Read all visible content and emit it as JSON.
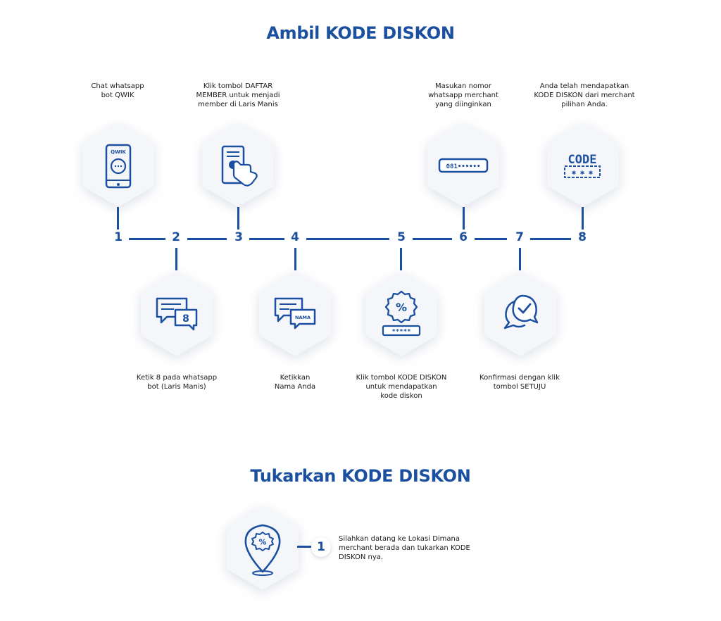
{
  "section1": {
    "title": "Ambil KODE DISKON",
    "steps": [
      {
        "num": "1",
        "desc": "Chat whatsapp\nbot QWIK",
        "icon": "phone-chat-icon",
        "icon_text": "QWIK"
      },
      {
        "num": "2",
        "desc": "Ketik 8 pada whatsapp\nbot (Laris Manis)",
        "icon": "chat-number-icon",
        "icon_text": "8"
      },
      {
        "num": "3",
        "desc": "Klik tombol DAFTAR\nMEMBER untuk menjadi\nmember di Laris Manis",
        "icon": "tap-screen-icon"
      },
      {
        "num": "4",
        "desc": "Ketikkan\nNama Anda",
        "icon": "chat-name-icon",
        "icon_text": "NAMA"
      },
      {
        "num": "5",
        "desc": "Klik tombol KODE DISKON\nuntuk mendapatkan\nkode diskon",
        "icon": "discount-badge-icon",
        "icon_text": "*****"
      },
      {
        "num": "6",
        "desc": "Masukan nomor\nwhatsapp merchant\nyang diinginkan",
        "icon": "phone-number-icon",
        "icon_text": "081••••••"
      },
      {
        "num": "7",
        "desc": "Konfirmasi dengan klik\ntombol SETUJU",
        "icon": "chat-check-icon"
      },
      {
        "num": "8",
        "desc": "Anda telah mendapatkan\nKODE DISKON dari merchant\npilihan Anda.",
        "icon": "code-icon",
        "icon_text": "CODE"
      }
    ]
  },
  "section2": {
    "title": "Tukarkan KODE DISKON",
    "step": {
      "num": "1",
      "desc": "Silahkan datang ke Lokasi Dimana\nmerchant berada dan tukarkan KODE\nDISKON nya.",
      "icon": "location-discount-icon"
    }
  },
  "colors": {
    "accent": "#1b4fa0",
    "background": "#ffffff"
  }
}
